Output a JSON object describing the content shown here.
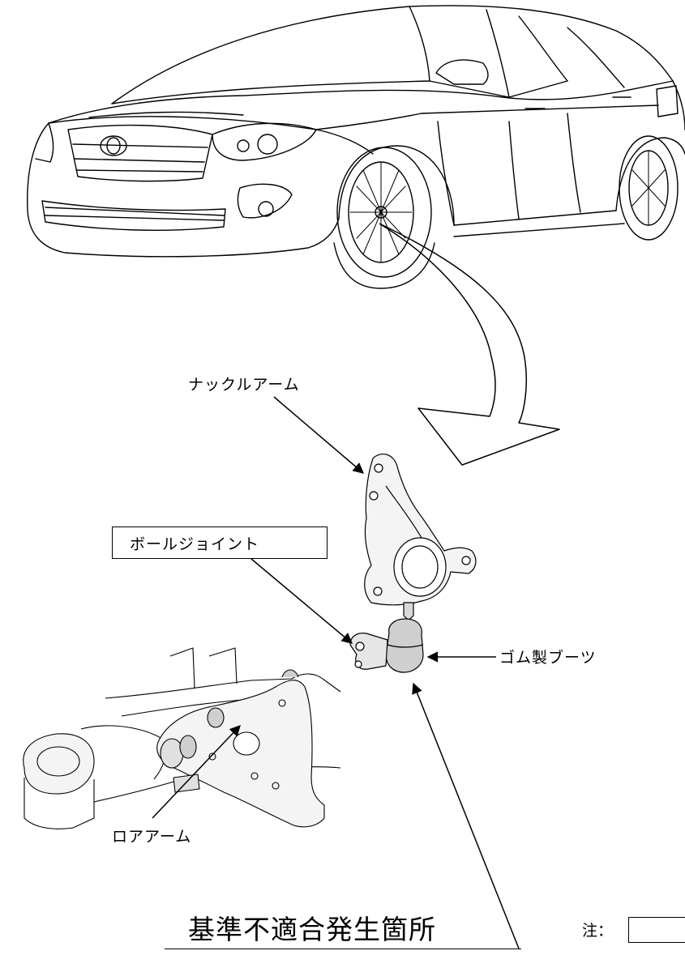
{
  "labels": {
    "knuckle_arm": "ナックルアーム",
    "ball_joint": "ボールジョイント",
    "rubber_boot": "ゴム製ブーツ",
    "lower_arm": "ロアアーム",
    "defect_location": "基準不適合発生箇所",
    "note": "注："
  },
  "colors": {
    "line": "#000000",
    "background": "#ffffff",
    "part_fill": "#f4f4f4"
  },
  "icons": {
    "callout_arrows": "arrow-icon",
    "zoom_arrow": "curved-arrow-icon"
  }
}
